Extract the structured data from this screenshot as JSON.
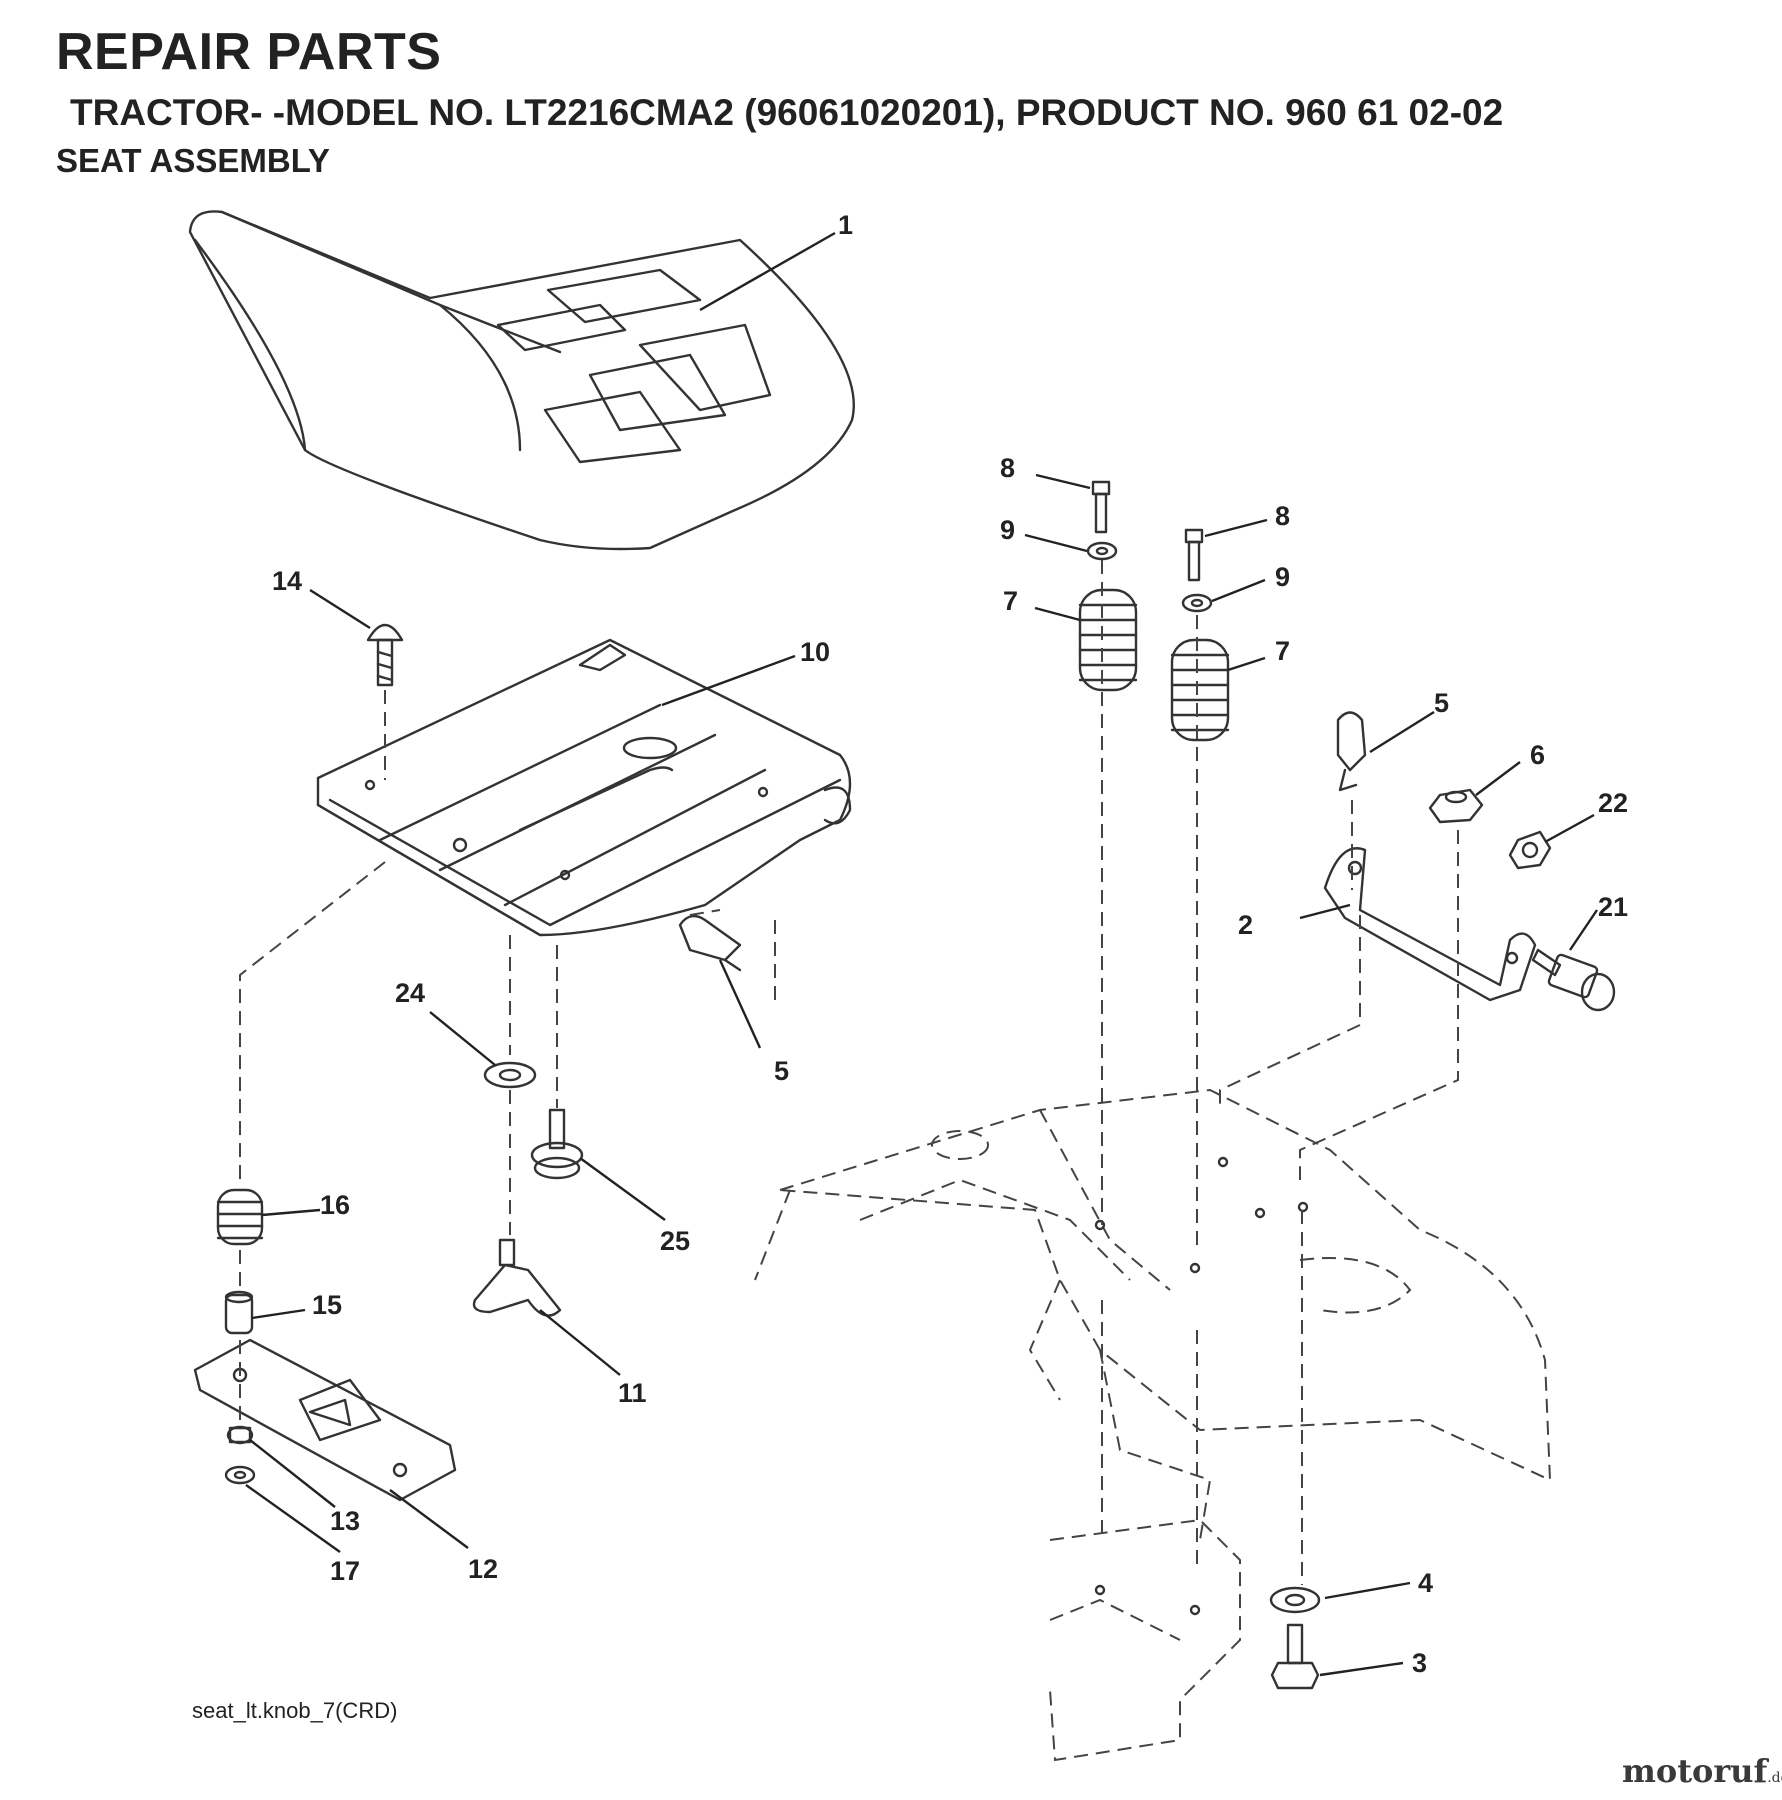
{
  "header": {
    "title": "REPAIR PARTS",
    "subtitle": "TRACTOR- -MODEL NO. LT2216CMA2 (96061020201), PRODUCT NO. 960 61 02-02",
    "section": "SEAT ASSEMBLY"
  },
  "footer": {
    "drawing_code": "seat_lt.knob_7(CRD)",
    "brand_name": "motoruf",
    "brand_tld": ".de"
  },
  "callouts": {
    "c1": "1",
    "c2": "2",
    "c3": "3",
    "c4": "4",
    "c5a": "5",
    "c5b": "5",
    "c6": "6",
    "c7a": "7",
    "c7b": "7",
    "c8a": "8",
    "c8b": "8",
    "c9a": "9",
    "c9b": "9",
    "c10": "10",
    "c11": "11",
    "c12": "12",
    "c13": "13",
    "c14": "14",
    "c15": "15",
    "c16": "16",
    "c17": "17",
    "c21": "21",
    "c22": "22",
    "c24": "24",
    "c25": "25"
  }
}
